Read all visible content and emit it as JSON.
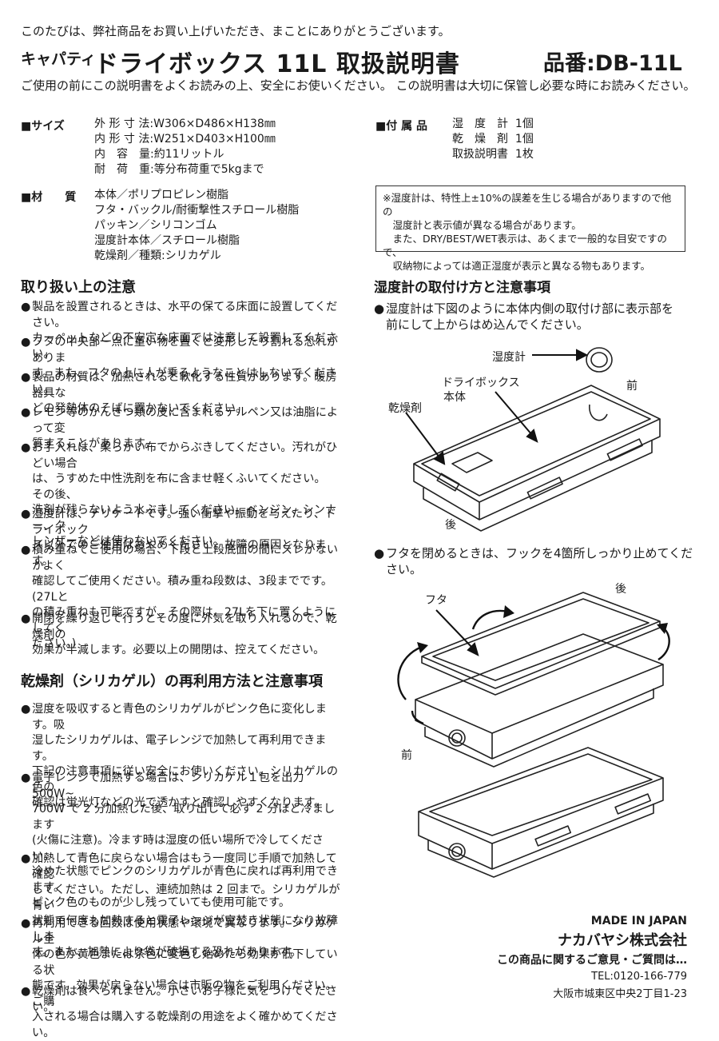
{
  "header": {
    "thanks": "このたびは、弊社商品をお買い上げいただき、まことにありがとうございます。",
    "brand": "キャパティ",
    "title": "ドライボックス 11L 取扱説明書",
    "model": "品番:DB-11L",
    "notice": "ご使用の前にこの説明書をよくお読みの上、安全にお使いください。 この説明書は大切に保管し必要な時にお読みください。"
  },
  "size": {
    "label": "■サイズ",
    "lines": [
      "外 形 寸 法:W306×D486×H138㎜",
      "内 形 寸 法:W251×D403×H100㎜",
      "内　容　量:約11リットル",
      "耐　荷　重:等分布荷重で5kgまで"
    ]
  },
  "material": {
    "label": "■材　　質",
    "lines": [
      "本体／ポリプロピレン樹脂",
      "フタ・バックル/耐衝撃性スチロール樹脂",
      "パッキン／シリコンゴム",
      "湿度計本体／スチロール樹脂",
      "乾燥剤／種類:シリカゲル"
    ]
  },
  "accessories": {
    "label": "■付 属 品",
    "items": [
      {
        "name": "湿　度　計",
        "qty": "1個"
      },
      {
        "name": "乾　燥　剤",
        "qty": "1個"
      },
      {
        "name": "取扱説明書",
        "qty": "1枚"
      }
    ]
  },
  "hygro_note": [
    "※湿度計は、特性上±10%の誤差を生じる場合がありますので他の",
    "　湿度計と表示値が異なる場合があります。",
    "　また、DRY/BEST/WET表示は、あくまで一般的な目安ですので、",
    "　収納物によっては適正湿度が表示と異なる物もあります。"
  ],
  "handling": {
    "title": "取り扱い上の注意",
    "items": [
      [
        "製品を設置されるときは、水平の保てる床面に設置してください。",
        "カーペットなどの不安定な床面では注意して設置してください。"
      ],
      [
        "フタの中央部一点に重い物を置くと変形したり割れる恐れがありま",
        "す。また、フタの上に人が乗るようなことはしないでください。"
      ],
      [
        "製品の材質は、加熱されると軟化する性質があります。暖房器具な",
        "どの発熱体のそばに置かないでください。"
      ],
      [
        "レモン等のかんきつ類の皮に含まれるテルペン又は油脂によって変",
        "質することがあります。"
      ],
      [
        "お手入れは、柔らかい布でからぶきしてください。汚れがひどい場合",
        "は、うすめた中性洗剤を布に含ませ軽くふいてください。 その後、",
        "洗剤が残らないよう水ぶきしてください。ベンジン、シンナー、ク",
        "レンザーなどは使わないでください。"
      ],
      [
        "湿度計は、デリケートです。強い衝撃や振動を与えたり、ドライボック",
        "ス以外でのご使用はおやめください。故障の原因となります。"
      ],
      [
        "積み重ねてご使用の場合、下段と上段底面の間にズレがないかよく",
        "確認してご使用ください。積み重ね段数は、3段までです。(27Lと",
        "の積み重ねも可能ですが、その際は、27Lを下に置くようにしてく",
        "ださい。)"
      ],
      [
        "開閉を繰り返して行うとその度に外気を取り入れるので、乾燥剤の",
        "効果が半減します。必要以上の開閉は、控えてください。"
      ]
    ]
  },
  "silica": {
    "title": "乾燥剤（シリカゲル）の再利用方法と注意事項",
    "items": [
      [
        "湿度を吸収すると青色のシリカゲルがピンク色に変化します。吸",
        "湿したシリカゲルは、電子レンジで加熱して再利用できます。",
        "下記の注意事項に従い安全にお使いください。シリカゲルの色の",
        "確認は蛍光灯などの光で透かすと確認しやすくなります。"
      ],
      [
        "電子レンジで加熱する場合は、シリカゲル１包を出力 500W~",
        "700W で 2 分加熱した後、取り出して必ず 2 分ほど冷まします",
        "(火傷に注意)。冷ます時は湿度の低い場所で冷してください。",
        "冷めた状態でピンクのシリカゲルが青色に戻れば再利用できます。",
        "ピンク色のものが少し残っていても使用可能です。"
      ],
      [
        "加熱して青色に戻らない場合はもう一度同じ手順で加熱して確認",
        "してください。ただし、連続加熱は 2 回まで。シリカゲルが青い",
        "状態で何度も加熱すると電子レンジが空焚き状態になり故障しま",
        "す。また、加熱により袋が破損する恐れがあります。"
      ],
      [
        "再利用できる回数は使用状態や環境で異なります。シリカゲル全",
        "体の色が黄色または茶色に変色し始めたら効果が低下している状",
        "態です。効果が戻らない場合は市販の物をご利用ください。ご購",
        "入される場合は購入する乾燥剤の用途をよく確かめてください。"
      ],
      [
        "乾燥剤は食べられません。小さいお子様に気をつけてください。"
      ]
    ]
  },
  "hygrometer": {
    "title": "湿度計の取付け方と注意事項",
    "bullet1": [
      "湿度計は下図のように本体内側の取付け部に表示部を",
      "前にして上からはめ込んでください。"
    ],
    "labels": {
      "hygrometer": "湿度計",
      "body1": "ドライボックス",
      "body2": "本体",
      "desiccant": "乾燥剤",
      "front": "前",
      "back": "後"
    },
    "bullet2": [
      "フタを閉めるときは、フックを4箇所しっかり止めてくだ",
      "さい。"
    ],
    "labels2": {
      "lid": "フタ",
      "back": "後",
      "front": "前"
    }
  },
  "footer": {
    "made": "MADE IN JAPAN",
    "company": "ナカバヤシ株式会社",
    "inquiry": "この商品に関するご意見・ご質問は…",
    "tel": "TEL:0120-166-779",
    "address": "大阪市城東区中央2丁目1-23"
  }
}
